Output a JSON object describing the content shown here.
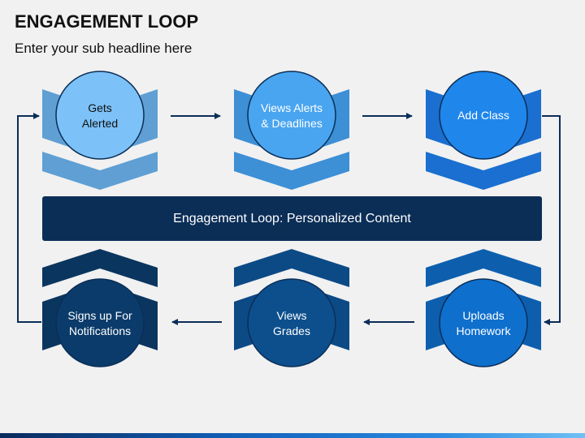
{
  "header": {
    "title": "ENGAGEMENT LOOP",
    "subtitle": "Enter your sub headline here"
  },
  "center_banner": {
    "label": "Engagement Loop: Personalized Content",
    "color": "#0b2e57"
  },
  "steps": [
    {
      "label_line1": "Gets",
      "label_line2": "Alerted",
      "circle_color": "#7cc1f7",
      "chevron_color": "#5f9fd4",
      "text_color": "#111111"
    },
    {
      "label_line1": "Views Alerts",
      "label_line2": "& Deadlines",
      "circle_color": "#49a5f0",
      "chevron_color": "#3d8fd6",
      "text_color": "#ffffff"
    },
    {
      "label_line1": "Add Class",
      "label_line2": "",
      "circle_color": "#1f86ec",
      "chevron_color": "#1a6fd0",
      "text_color": "#ffffff"
    },
    {
      "label_line1": "Uploads",
      "label_line2": "Homework",
      "circle_color": "#0e6fcd",
      "chevron_color": "#0d5fae",
      "text_color": "#ffffff"
    },
    {
      "label_line1": "Views",
      "label_line2": "Grades",
      "circle_color": "#0d4f8c",
      "chevron_color": "#0c4a86",
      "text_color": "#ffffff"
    },
    {
      "label_line1": "Signs up For",
      "label_line2": "Notifications",
      "circle_color": "#0b3b6a",
      "chevron_color": "#0a355f",
      "text_color": "#ffffff"
    }
  ],
  "connector_color": "#0b2e57",
  "icons": [
    "arrow-right-icon",
    "arrow-left-icon",
    "arrow-up-icon",
    "arrow-down-icon"
  ]
}
